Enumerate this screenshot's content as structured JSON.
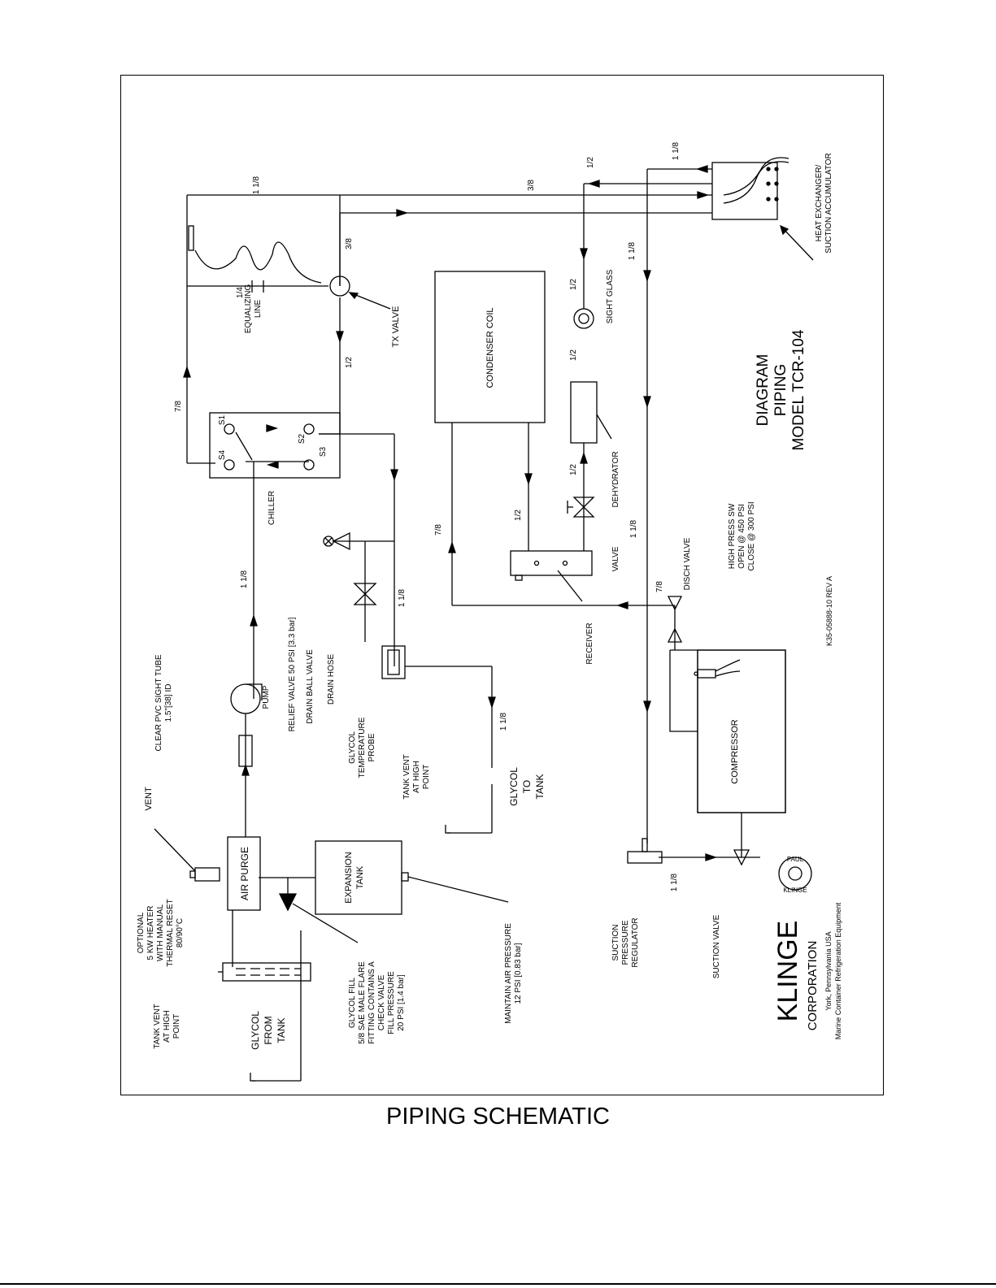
{
  "caption": "PIPING SCHEMATIC",
  "diagram": {
    "title_lines": [
      "DIAGRAM",
      "PIPING",
      "MODEL TCR-104"
    ],
    "drawing_number": "K35-05888-10   REV A",
    "company": {
      "name": "KLINGE",
      "sub": "CORPORATION",
      "location": "York, Pennsylvania      USA",
      "tagline": "Marine Container Refrigeration Equipment",
      "seal_top": "PAUL",
      "seal_bottom": "KLINGE"
    },
    "components": {
      "heat_exchanger": [
        "HEAT EXCHANGER/",
        "SUCTION ACCUMULATOR"
      ],
      "tx_valve": "TX VALVE",
      "equalizing_line": [
        "EQUALIZING",
        "LINE"
      ],
      "condenser_coil": "CONDENSER COIL",
      "sight_glass": "SIGHT GLASS",
      "dehydrator": "DEHYDRATOR",
      "valve": "VALVE",
      "receiver": "RECEIVER",
      "disch_valve": "DISCH VALVE",
      "high_press_sw": [
        "HIGH PRESS SW",
        "OPEN @ 450 PSI",
        "CLOSE @ 300 PSI"
      ],
      "compressor": "COMPRESSOR",
      "suction_valve": "SUCTION VALVE",
      "suction_pressure_regulator": [
        "SUCTION",
        "PRESSURE",
        "REGULATOR"
      ],
      "chiller": "CHILLER",
      "chiller_ports": [
        "S1",
        "S2",
        "S3",
        "S4"
      ],
      "pump": "PUMP",
      "clear_pvc": [
        "CLEAR PVC SIGHT TUBE",
        "1.5\"[38] ID"
      ],
      "relief_valve": "RELIEF VALVE 50 PSI [3.3 bar]",
      "drain_ball_valve": "DRAIN BALL VALVE",
      "drain_hose": "DRAIN HOSE",
      "glycol_probe": [
        "GLYCOL",
        "TEMPERATURE",
        "PROBE"
      ],
      "tank_vent_right": [
        "TANK VENT",
        "AT HIGH",
        "POINT"
      ],
      "glycol_to_tank": [
        "GLYCOL",
        "TO",
        "TANK"
      ],
      "vent": "VENT",
      "air_purge": "AIR PURGE",
      "expansion_tank": [
        "EXPANSION",
        "TANK"
      ],
      "optional_heater": [
        "OPTIONAL",
        "5 KW HEATER",
        "WITH MANUAL",
        "THERMAL RESET",
        "80/90°C"
      ],
      "tank_vent_left": [
        "TANK VENT",
        "AT HIGH",
        "POINT"
      ],
      "glycol_from_tank": [
        "GLYCOL",
        "FROM",
        "TANK"
      ],
      "glycol_fill": [
        "GLYCOL FILL",
        "5/8 SAE MALE FLARE",
        "FITTING CONTAINS A",
        "CHECK VALVE",
        "FILL PRESSURE",
        "20 PSI [1.4 bar]"
      ],
      "maintain_air": [
        "MAINTAIN AIR PRESSURE",
        "12 PSI [0.83 bar]"
      ]
    },
    "pipe_sizes": {
      "p_1_1_8_a": "1 1/8",
      "p_3_8_top": "3/8",
      "p_1_2_top": "1/2",
      "p_1_1_8_he": "1 1/8",
      "p_3_8_tx": "3/8",
      "p_1_4": "1/4",
      "p_1_2_tx": "1/2",
      "p_7_8_left": "7/8",
      "p_1_2_sg": "1/2",
      "p_1_2_sg2": "1/2",
      "p_1_1_8_mid": "1 1/8",
      "p_1_2_dehy": "1/2",
      "p_1_2_cond": "1/2",
      "p_7_8_cond": "7/8",
      "p_1_1_8_suct": "1 1/8",
      "p_7_8_disch": "7/8",
      "p_1_1_8_chill": "1 1/8",
      "p_1_1_8_glyc": "1 1/8",
      "p_1_1_8_tank": "1 1/8",
      "p_1_1_8_bottom": "1 1/8"
    }
  }
}
